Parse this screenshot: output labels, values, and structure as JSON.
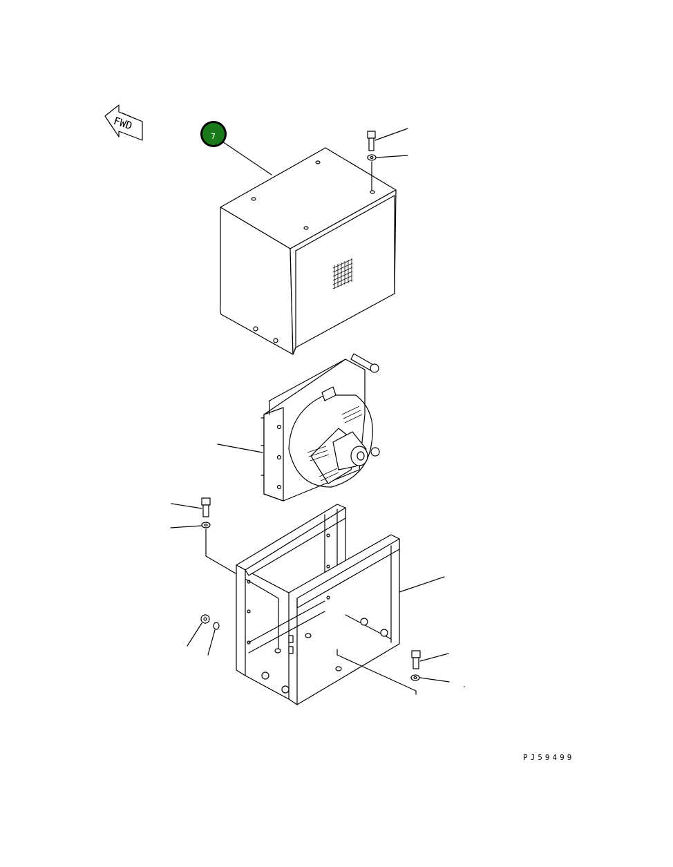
{
  "direction_marker": {
    "label": "FWD",
    "icon": "fwd-arrow-icon"
  },
  "callouts": [
    {
      "id": "7",
      "color": "#1a7a1a",
      "target": "cover"
    }
  ],
  "drawing_id": "PJ59499"
}
